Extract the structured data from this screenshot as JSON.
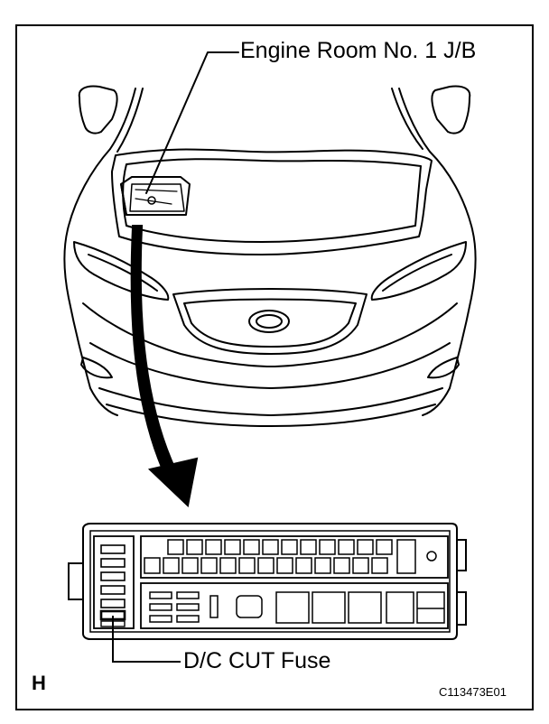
{
  "labels": {
    "engine_room_jb": "Engine Room No. 1 J/B",
    "dc_cut_fuse": "D/C CUT Fuse",
    "view_letter": "H",
    "figure_code": "C113473E01"
  },
  "colors": {
    "line": "#000000",
    "background": "#ffffff"
  },
  "icons": {
    "car": "car-front-outline",
    "arrow": "curved-arrow-down",
    "junction_block": "fuse-block-outline"
  }
}
